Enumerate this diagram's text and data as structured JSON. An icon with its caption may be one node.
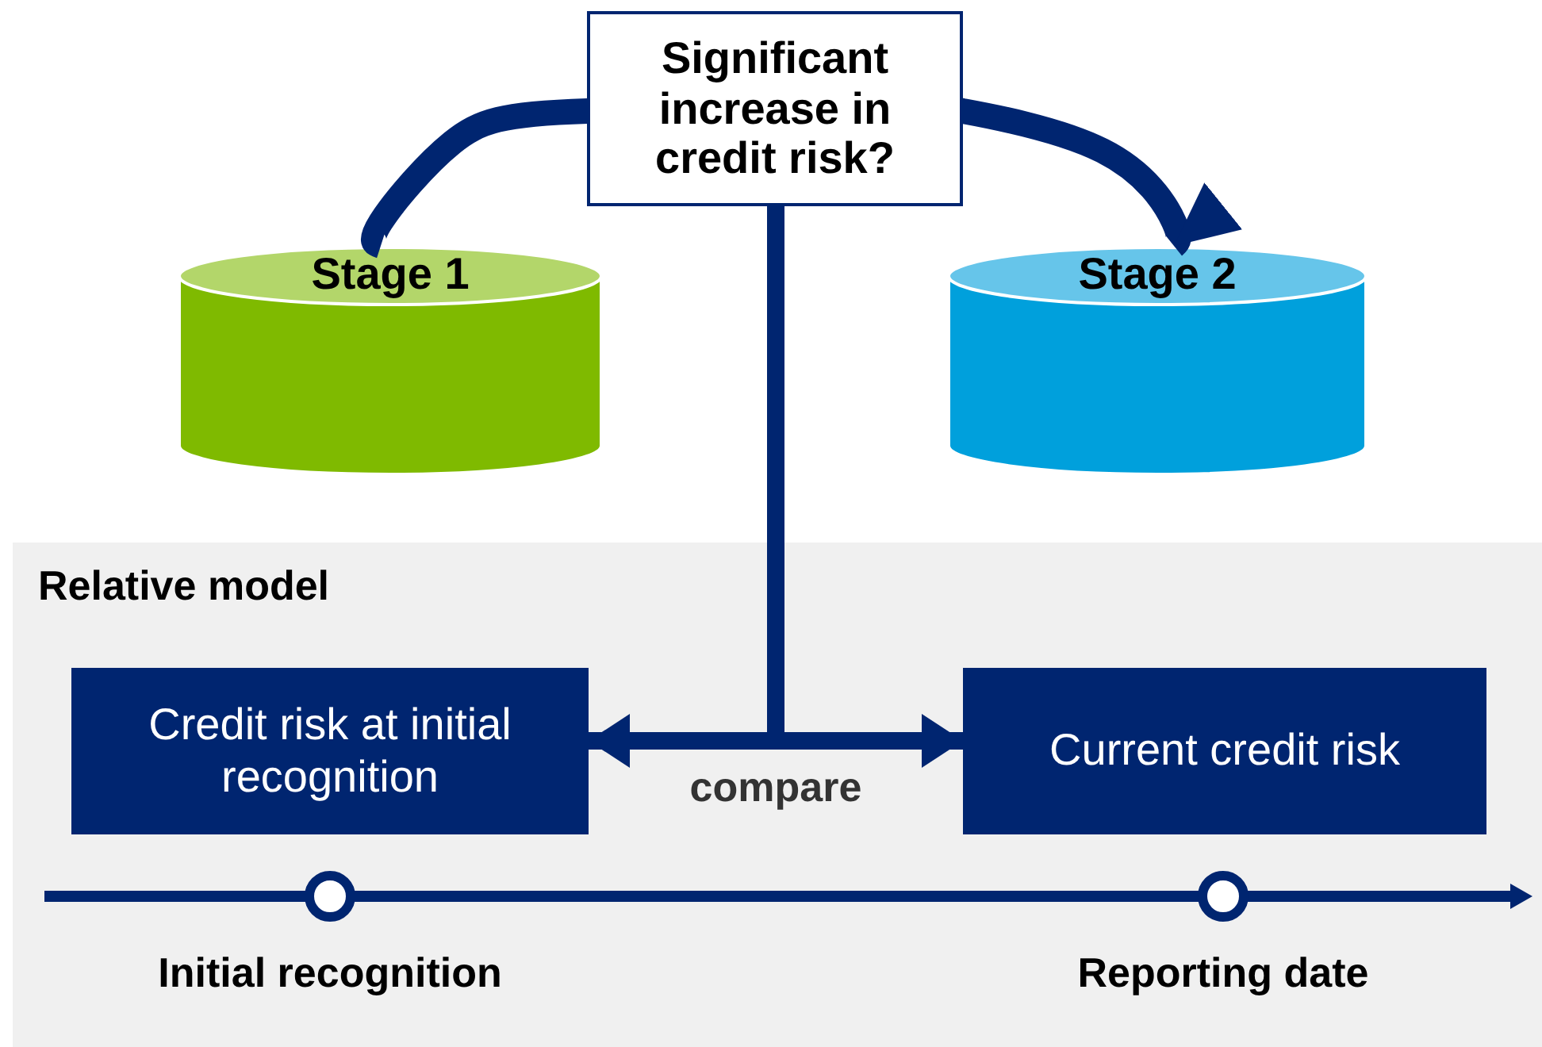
{
  "diagram": {
    "nodes": [
      {
        "text": [
          "Significant increase in credit risk?"
        ]
      },
      {
        "text": [
          "Stage 1"
        ]
      },
      {
        "text": [
          "Stage 2"
        ]
      },
      {
        "text": [
          "Relative model"
        ]
      },
      {
        "text": [
          "Credit risk at initial recognition"
        ],
        "in": 3
      },
      {
        "text": [
          "Current credit risk"
        ],
        "in": 3
      }
    ],
    "edges": [
      {
        "from": 1,
        "to": 0,
        "arrow": "none"
      },
      {
        "from": 0,
        "to": 2,
        "arrow": "to"
      },
      {
        "from": 0,
        "to": 4,
        "arrow": "to",
        "label": "compare"
      },
      {
        "from": 0,
        "to": 5,
        "arrow": "to"
      }
    ],
    "labels": [
      "Initial recognition",
      "Reporting date"
    ]
  }
}
